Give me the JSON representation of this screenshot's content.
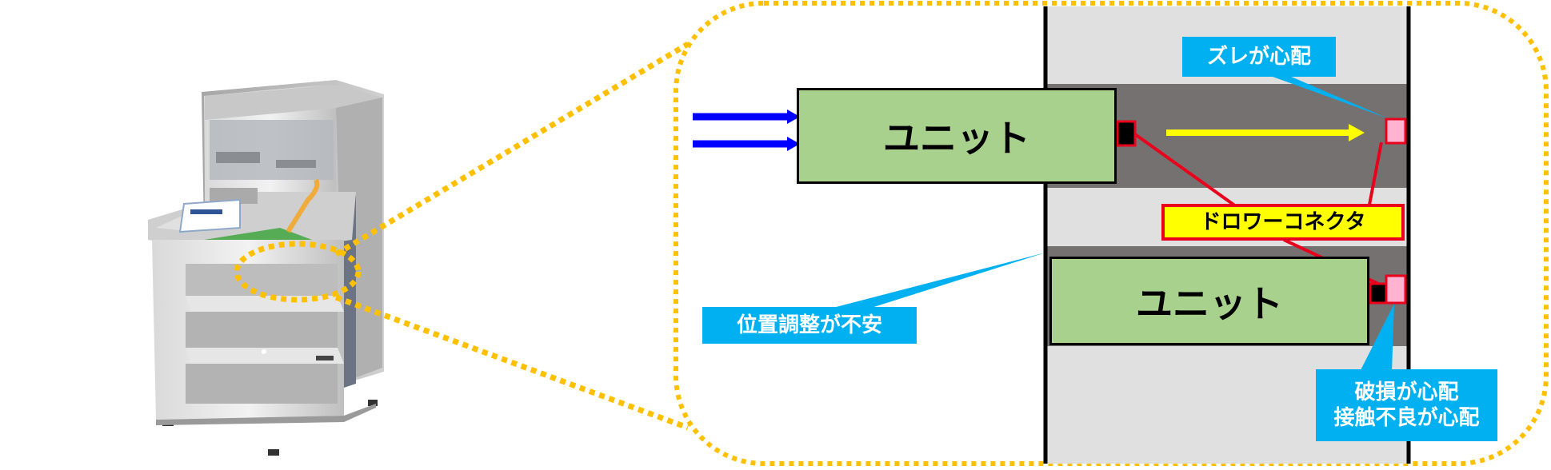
{
  "unit_top_label": "ユニット",
  "unit_bottom_label": "ユニット",
  "callout_misalign": "ズレが心配",
  "callout_connector": "ドロワーコネクタ",
  "callout_position": "位置調整が不安",
  "callout_damage_line1": "破損が心配",
  "callout_damage_line2": "接触不良が心配",
  "colors": {
    "unit_fill": "#a9d18e",
    "callout_blue": "#00b0f0",
    "connector_label_fill": "#ffff00",
    "connector_red": "#e8001c",
    "connector_pink": "#ffb3d1",
    "dotted_outline": "#ffc000",
    "arrow_blue": "#0000ff",
    "arrow_yellow": "#ffff00",
    "rail_dark": "#767171",
    "rack_light": "#e0e0e0"
  }
}
